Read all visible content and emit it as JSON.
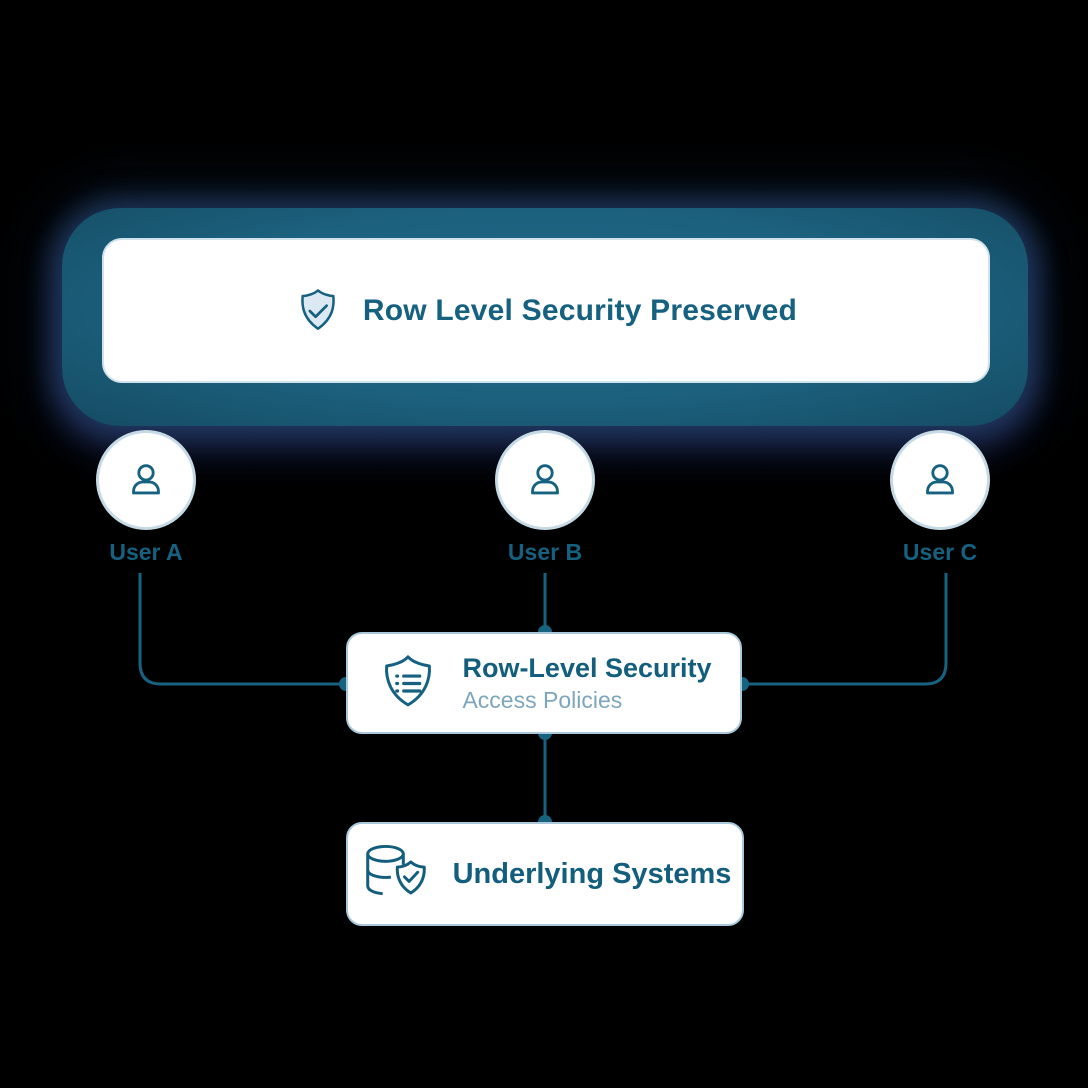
{
  "banner": {
    "title": "Row Level Security Preserved",
    "icon": "shield-check-icon"
  },
  "users": [
    {
      "label": "User A",
      "icon": "person-icon"
    },
    {
      "label": "User B",
      "icon": "person-icon"
    },
    {
      "label": "User C",
      "icon": "person-icon"
    }
  ],
  "policy_box": {
    "title": "Row-Level Security",
    "subtitle": "Access Policies",
    "icon": "shield-list-icon"
  },
  "systems_box": {
    "title": "Underlying Systems",
    "icon": "database-shield-icon"
  },
  "colors": {
    "background": "#000000",
    "teal_dark": "#15617f",
    "banner_fill": "#1c617e",
    "card_border": "#a9c9da",
    "circle_border": "#c6dae5",
    "subtitle_blue": "#7da6bc",
    "shield_fill": "#dce9f2",
    "connector": "#17627f"
  }
}
